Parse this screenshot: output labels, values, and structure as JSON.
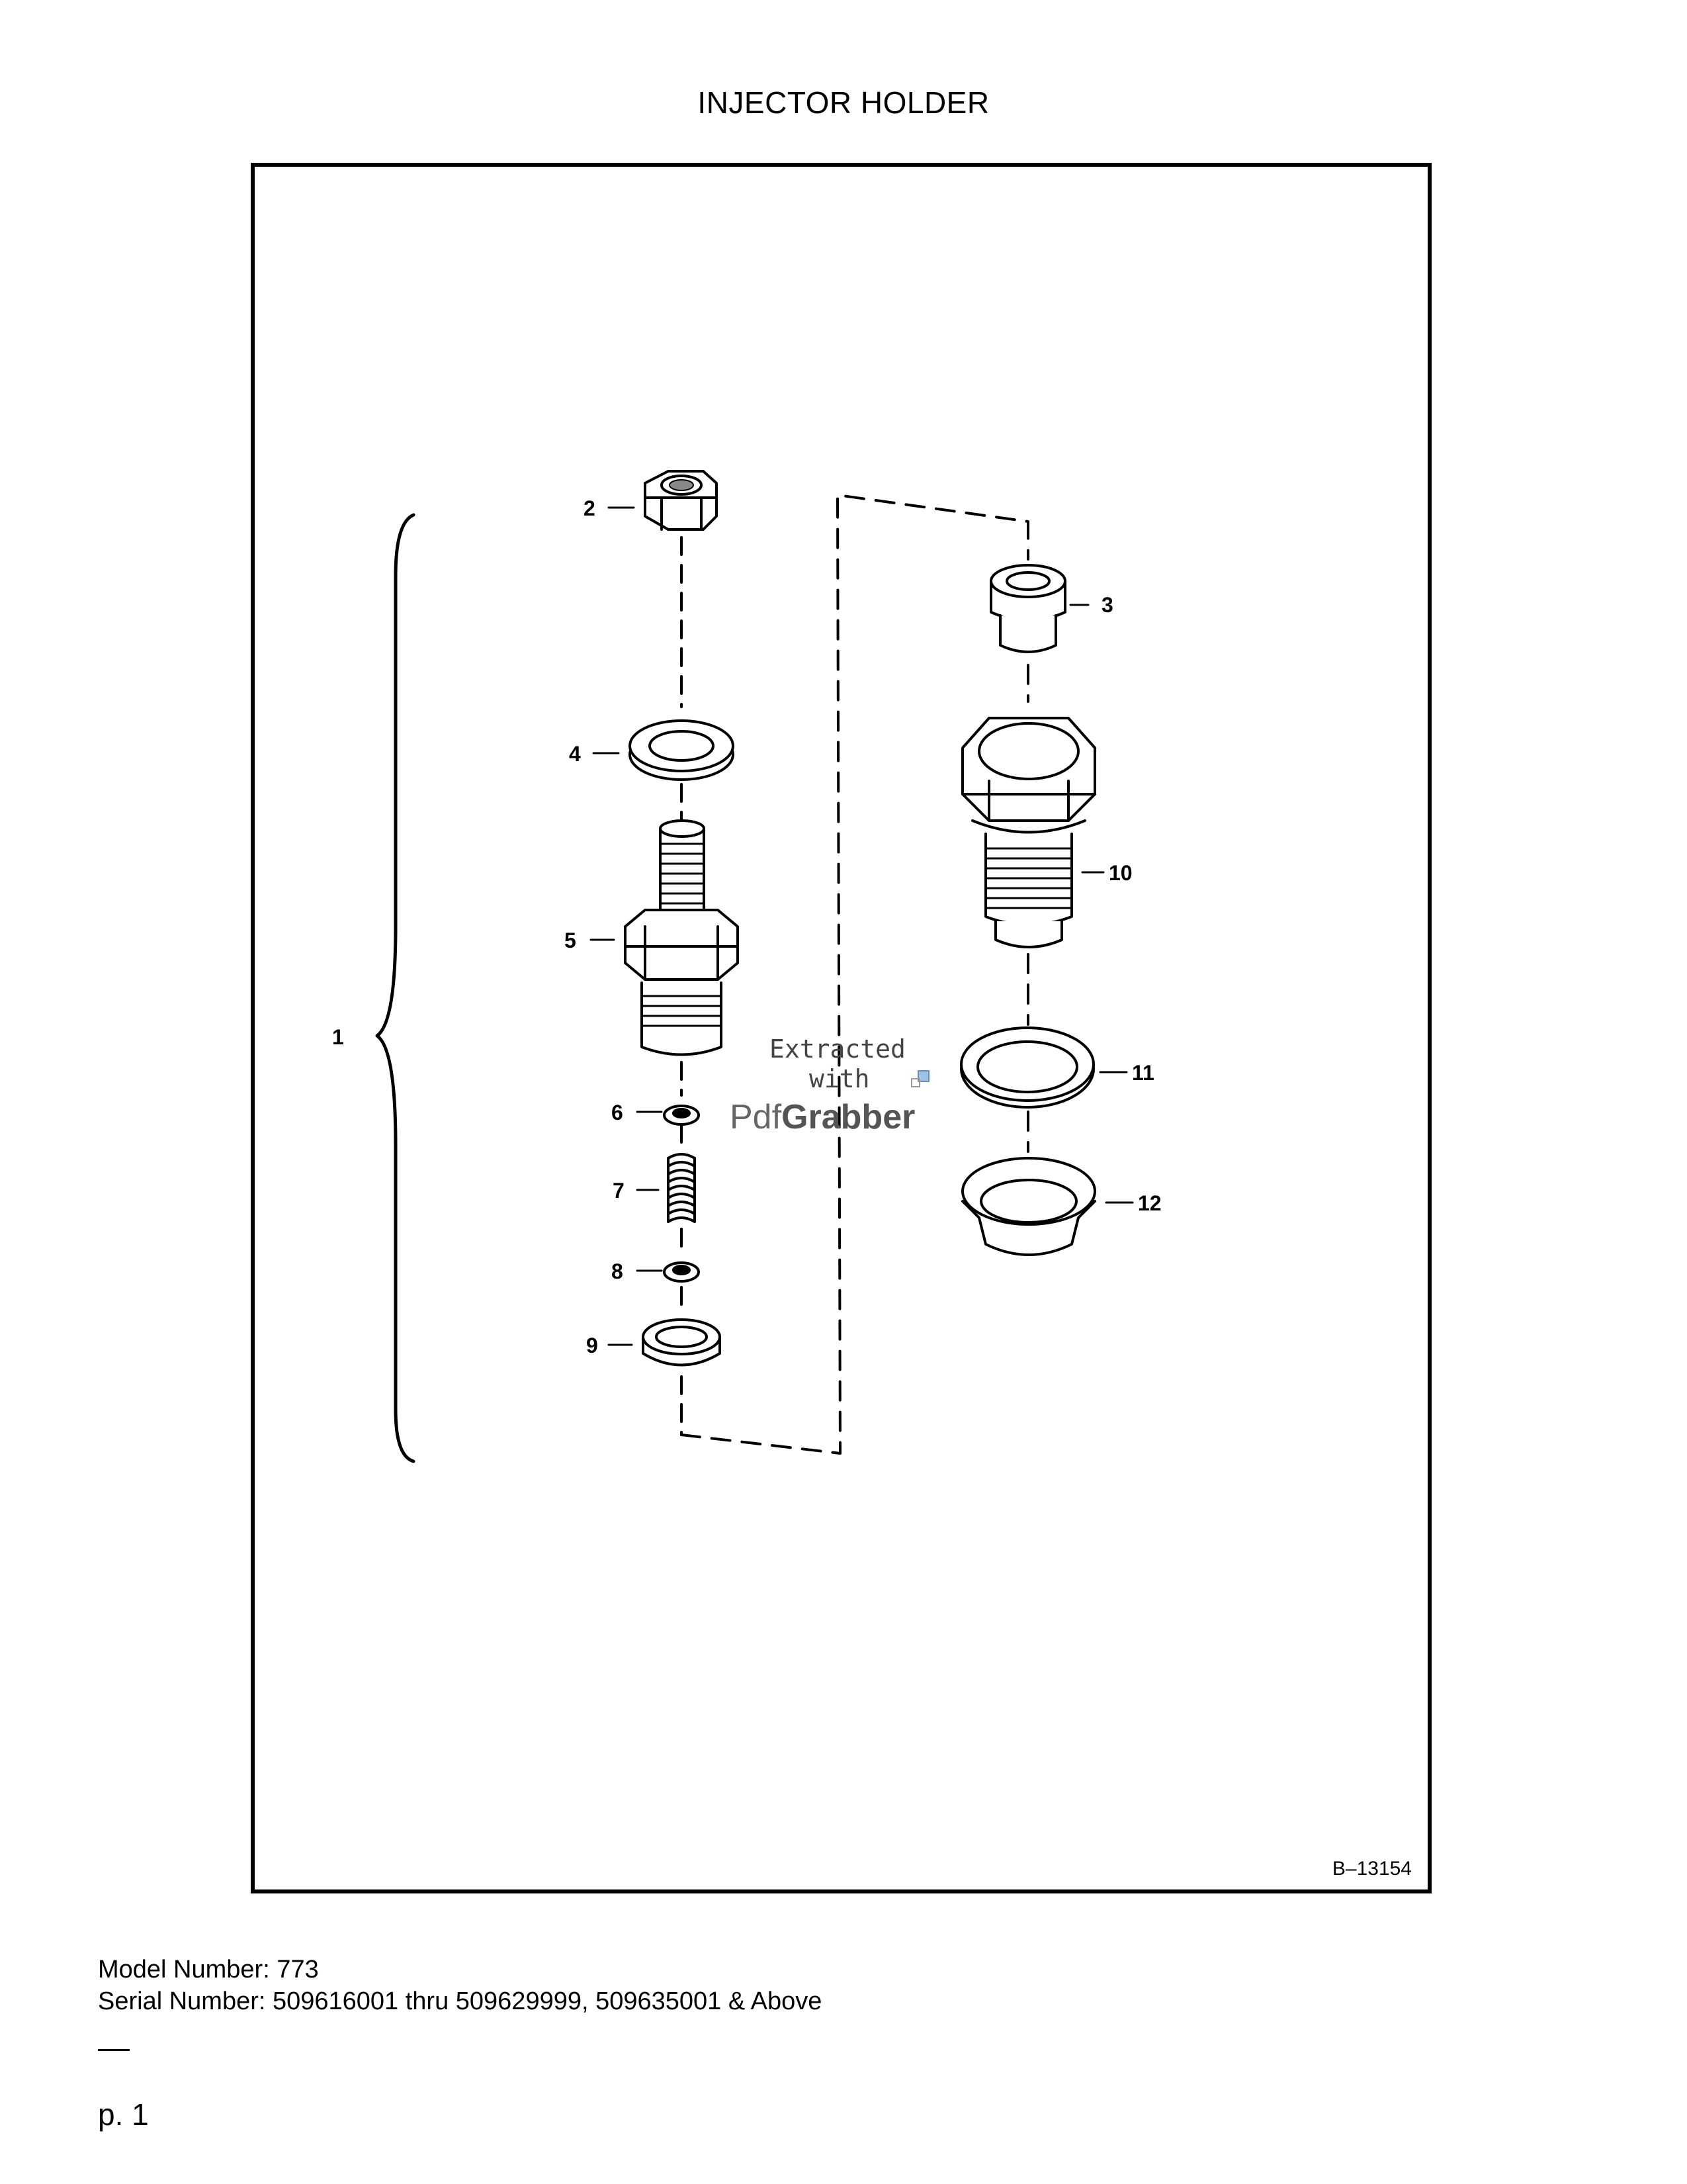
{
  "page": {
    "title": "INJECTOR HOLDER",
    "figure_code": "B–13154",
    "model_line": "Model Number: 773",
    "serial_line": "Serial Number: 509616001 thru 509629999, 509635001 & Above",
    "page_number": "p. 1"
  },
  "diagram": {
    "callouts": [
      "1",
      "2",
      "3",
      "4",
      "5",
      "6",
      "7",
      "8",
      "9",
      "10",
      "11",
      "12"
    ],
    "watermark": {
      "line1": "Extracted",
      "line2": "with",
      "brand_part1": "Pdf",
      "brand_part2": "Grabber"
    }
  }
}
